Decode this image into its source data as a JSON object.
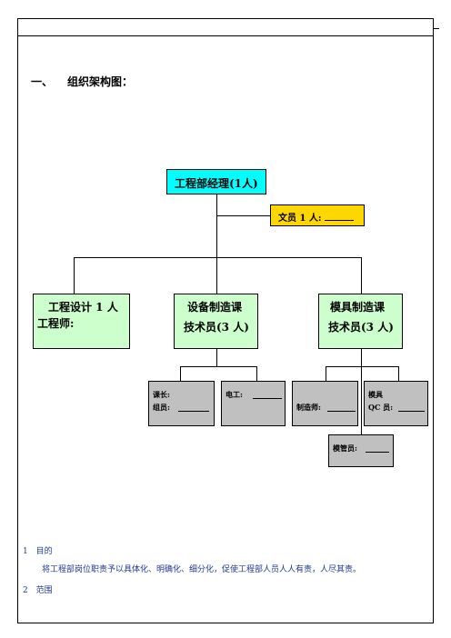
{
  "section": {
    "number": "一、",
    "title": "组织架构图："
  },
  "org": {
    "manager": "工程部经理(1人)",
    "clerk": "文员 1 人:",
    "design": {
      "line1": "工程设计 1 人",
      "line2": "工程师:"
    },
    "equipment": {
      "line1": "设备制造课",
      "line2": "技术员(3 人)"
    },
    "mold": {
      "line1": "模具制造课",
      "line2": "技术员(3 人)"
    },
    "equip_sub1": {
      "line1": "课长:",
      "line2": "组员:"
    },
    "equip_sub2": "电工:",
    "mold_sub1": "制造师:",
    "mold_sub2": {
      "line1": "模具",
      "line2": "QC 员:"
    },
    "mold_keeper": "模管员:"
  },
  "body_text": {
    "item1_num": "1",
    "item1_title": "目的",
    "item1_text": "将工程部岗位职责予以具体化、明确化、细分化，促使工程部人员人人有责，人尽其责。",
    "item2_num": "2",
    "item2_title": "范围"
  },
  "colors": {
    "manager": "#00ffff",
    "clerk": "#ffd700",
    "dept": "#ccffcc",
    "sub": "#c0c0c0",
    "body_text": "#1f3a93"
  }
}
